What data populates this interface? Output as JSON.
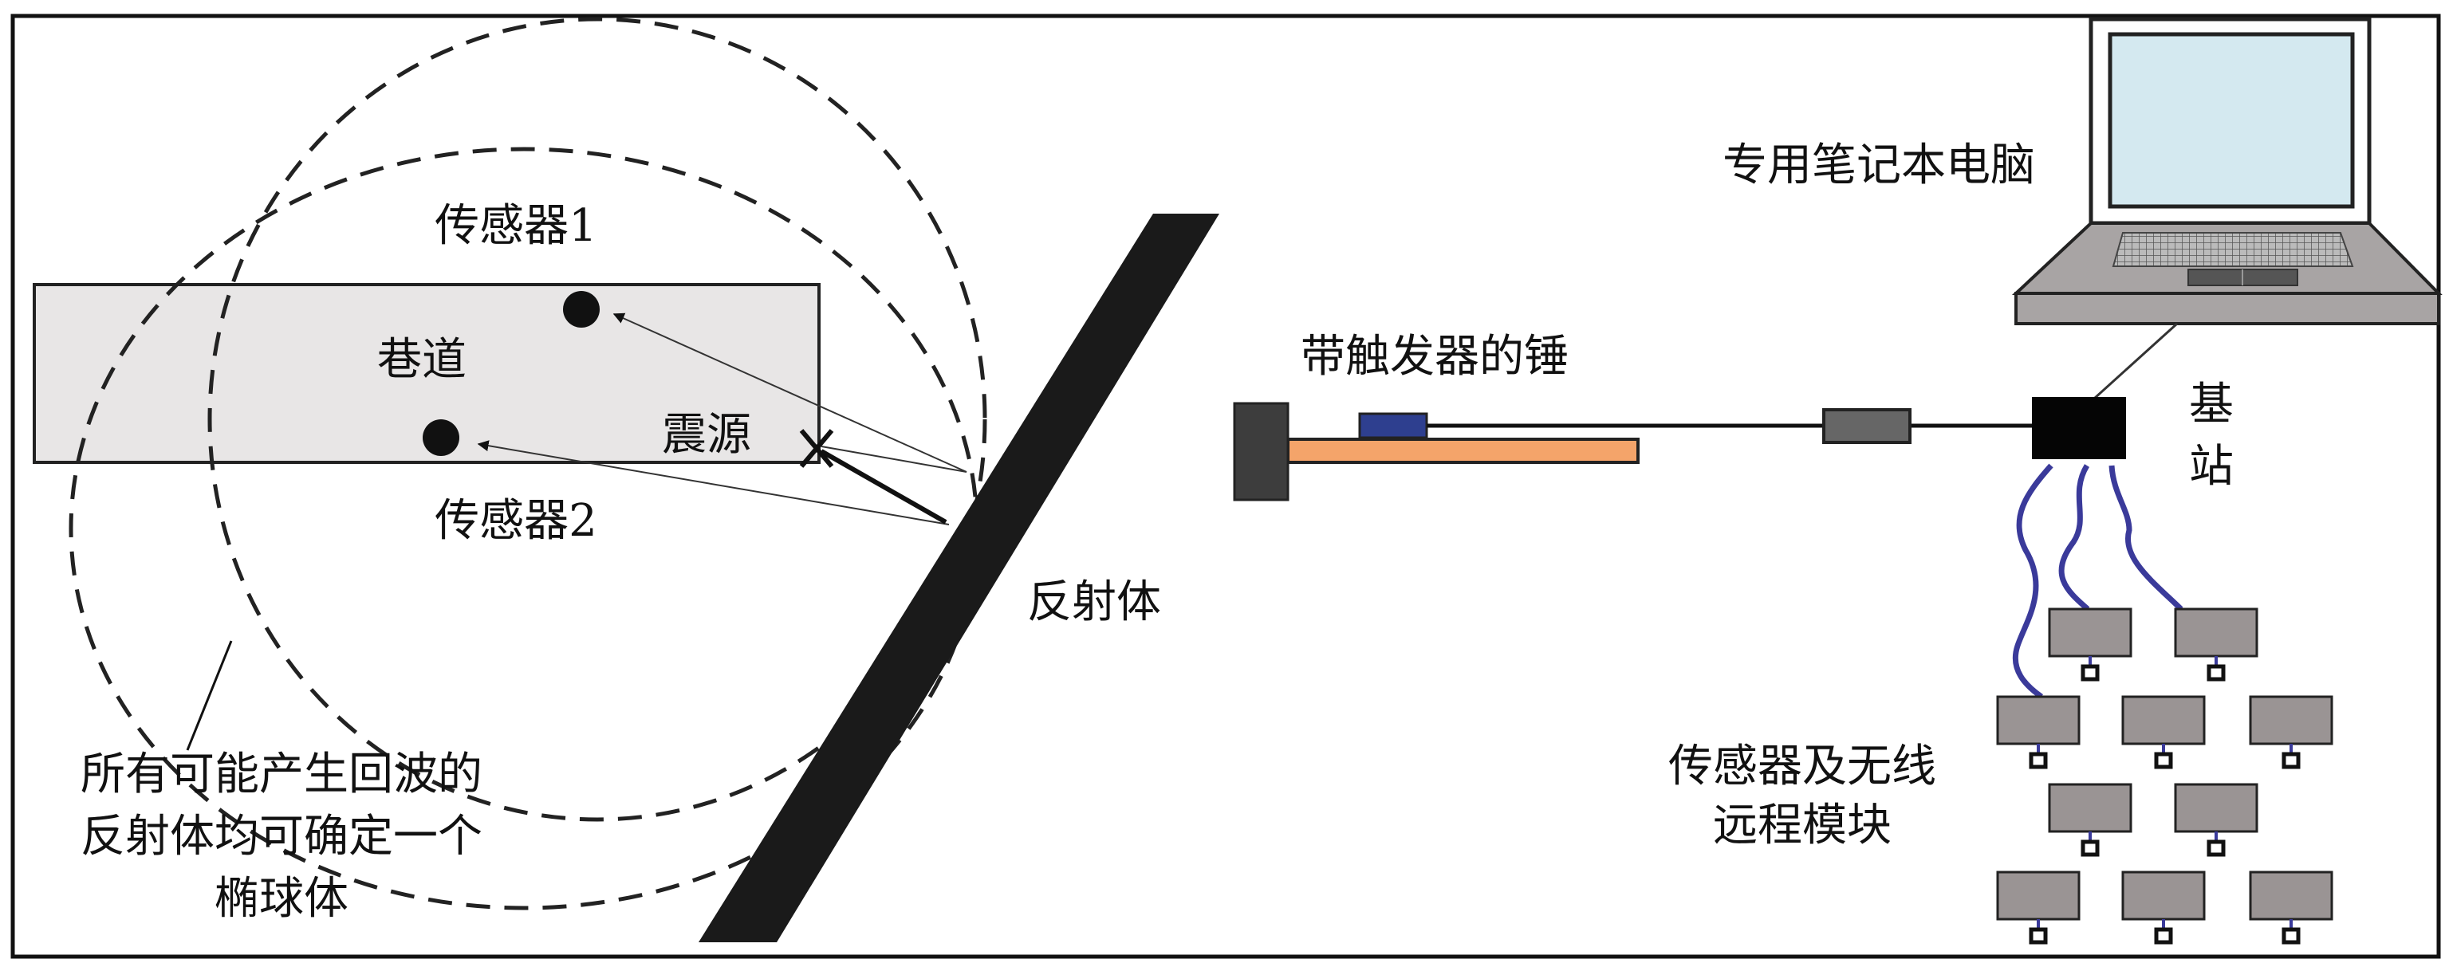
{
  "left_panel": {
    "sensor1_label": "传感器1",
    "tunnel_label": "巷道",
    "source_label": "震源",
    "sensor2_label": "传感器2",
    "reflector_label": "反射体",
    "ellipsoid_note": [
      "所有可能产生回波的",
      "反射体均可确定一个",
      "椭球体"
    ]
  },
  "right_panel": {
    "laptop_label": "专用笔记本电脑",
    "hammer_label": "带触发器的锤",
    "base_station_label": [
      "基",
      "站"
    ],
    "sensor_module_label": [
      "传感器及无线",
      "远程模块"
    ]
  },
  "colors": {
    "tunnel_fill": "#e8e6e6",
    "hammer_handle": "#f4a46a",
    "trigger": "#2e3f8f",
    "screen": "#d4e9f0",
    "module": "#9a9494",
    "wireless": "#3a3a9a"
  }
}
